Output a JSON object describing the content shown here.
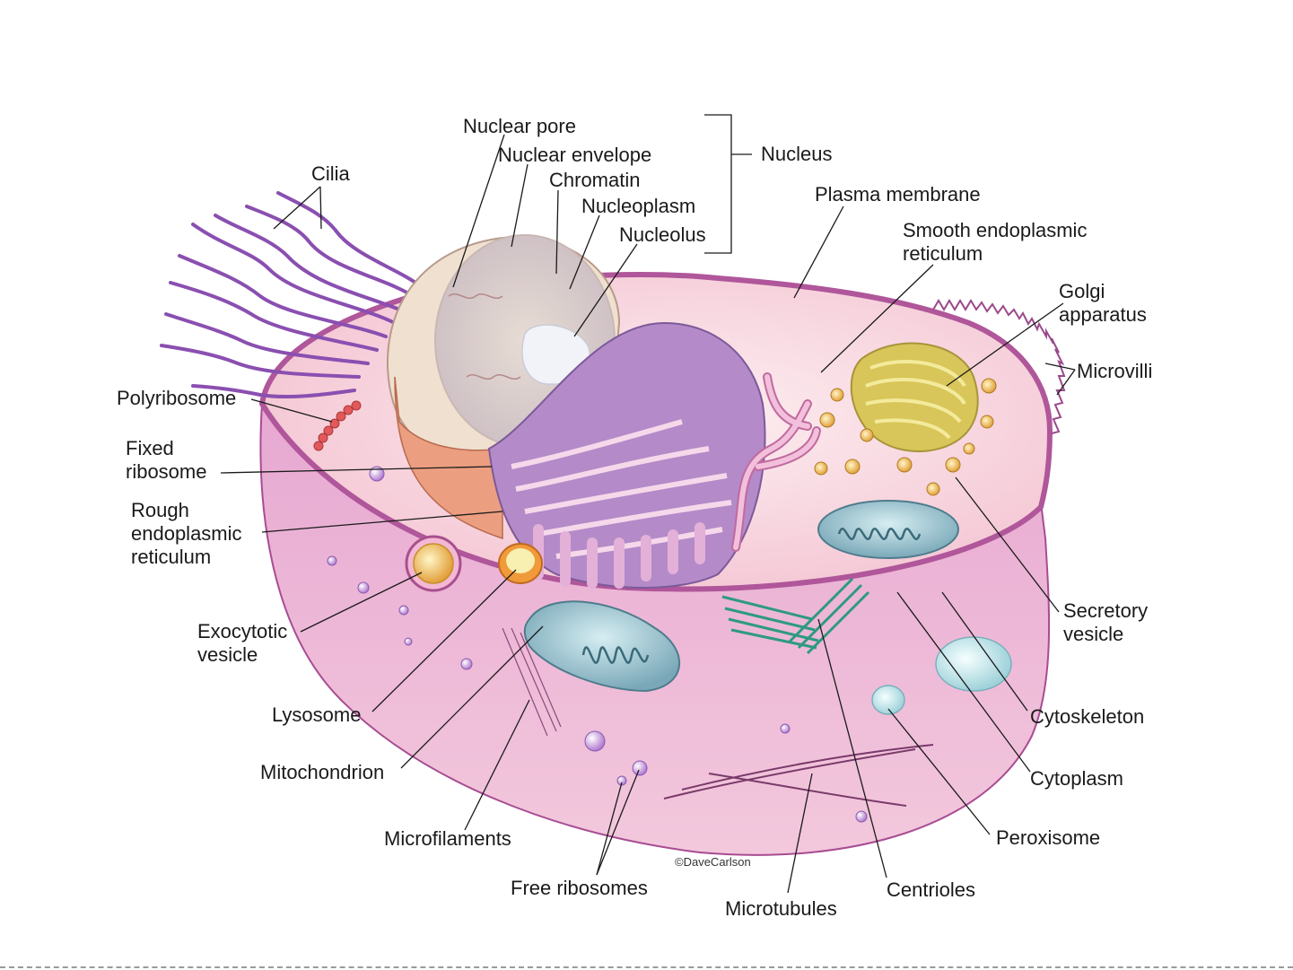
{
  "labels": {
    "nuclear_pore": "Nuclear pore",
    "nuclear_envelope": "Nuclear envelope",
    "chromatin": "Chromatin",
    "nucleoplasm": "Nucleoplasm",
    "nucleolus": "Nucleolus",
    "nucleus": "Nucleus",
    "cilia": "Cilia",
    "plasma_membrane": "Plasma membrane",
    "smooth_er": "Smooth endoplasmic\nreticulum",
    "golgi": "Golgi\napparatus",
    "microvilli": "Microvilli",
    "polyribosome": "Polyribosome",
    "fixed_ribosome": "Fixed\nribosome",
    "rough_er": "Rough\nendoplasmic\nreticulum",
    "exocytotic_vesicle": "Exocytotic\nvesicle",
    "lysosome": "Lysosome",
    "mitochondrion": "Mitochondrion",
    "microfilaments": "Microfilaments",
    "free_ribosomes": "Free ribosomes",
    "microtubules": "Microtubules",
    "centrioles": "Centrioles",
    "peroxisome": "Peroxisome",
    "cytoplasm": "Cytoplasm",
    "cytoskeleton": "Cytoskeleton",
    "secretory_vesicle": "Secretory\nvesicle"
  },
  "credit": "©DaveCarlson",
  "colors": {
    "cell_outer": "#d98cc0",
    "cell_inner": "#f8d8dc",
    "membrane": "#b0569a",
    "cilia": "#8a4fb0",
    "nucleus_envelope": "#f1e3d6",
    "nucleoplasm": "#d6c6c2",
    "nucleolus": "#eef0f6",
    "rough_er": "#a87cc2",
    "smooth_er": "#e6a5c8",
    "golgi": "#d0b040",
    "mitochondrion": "#9ec6d0",
    "centriole": "#6cc0a8",
    "vesicle": "#e8b040",
    "lysosome": "#f09a3a"
  }
}
